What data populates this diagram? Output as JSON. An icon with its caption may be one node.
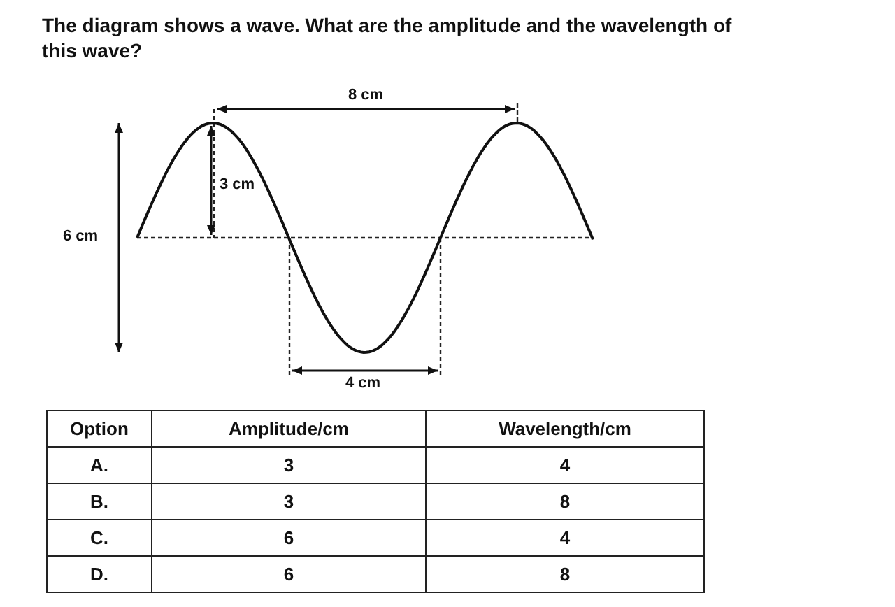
{
  "diagram": {
    "title": "The diagram shows a wave. What are the amplitude and the wavelength of this wave?",
    "labels": [
      "8 cm",
      "3 cm",
      "6 cm",
      "4 cm",
      "Option",
      "Amplitude/cm",
      "Wavelength/cm",
      "A.",
      "3",
      "4",
      "B.",
      "3",
      "8",
      "C.",
      "6",
      "4",
      "D.",
      "6",
      "8"
    ]
  }
}
